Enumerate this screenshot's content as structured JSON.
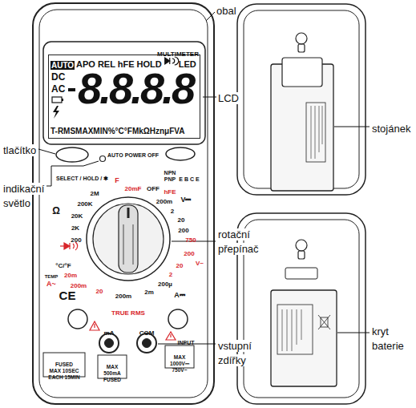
{
  "diagram": {
    "nodes": [
      {
        "text": [
          "AUTO",
          "APO REL hFE HOLD",
          "LED",
          "DC",
          "AC",
          "8.8.8.8",
          "T-RMSMAXMIN%°C°FMkΩHznμFVA"
        ]
      }
    ],
    "labels": [
      "obal",
      "MULTIMETER",
      "LCD",
      "stojánek",
      "AUTO POWER OFF",
      "tlačítko",
      "SELECT / HOLD / ✱",
      "NPN",
      "PNP",
      "E B C E",
      "indikační světlo",
      "F",
      "20mF",
      "OFF",
      "hFE",
      "200m",
      "V⎓",
      "2M",
      "2",
      "200K",
      "20",
      "Ω",
      "20K",
      "200",
      "2K",
      "200",
      "750",
      "rotační přepínač",
      "200",
      "V~",
      "°C/°F",
      "20",
      "TEMP",
      "20m",
      "2",
      "A~",
      "200m",
      "200µ",
      "20",
      "200m",
      "2m",
      "A⎓",
      "CE",
      "TRUE RMS",
      "mA",
      "COM",
      "INPUT",
      "kryt baterie",
      "vstupní zdířky",
      "FUSED",
      "MAX 10SEC",
      "EACH 15MIN",
      "MAX",
      "500mA",
      "FUSED",
      "MAX",
      "1000V⎓",
      "750V~"
    ]
  }
}
